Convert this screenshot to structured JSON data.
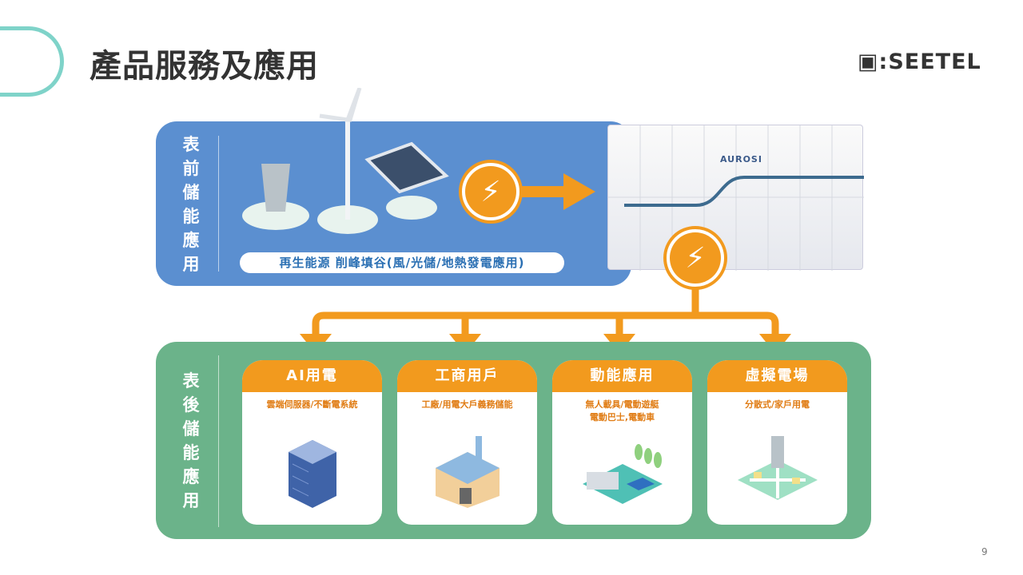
{
  "title": "產品服務及應用",
  "logo": "SEETEL",
  "front": {
    "label": [
      "表",
      "前",
      "儲",
      "能",
      "應",
      "用"
    ],
    "caption": "再生能源 削峰填谷(風/光儲/地熱發電應用)",
    "container_brand": "AUROSI"
  },
  "behind": {
    "label": [
      "表",
      "後",
      "儲",
      "能",
      "應",
      "用"
    ]
  },
  "cards": [
    {
      "title": "AI用電",
      "lines": [
        "雲端伺服器/不斷電系統"
      ]
    },
    {
      "title": "工商用戶",
      "lines": [
        "工廠/用電大戶義務儲能"
      ]
    },
    {
      "title": "動能應用",
      "lines": [
        "無人載具/電動遊艇",
        "電動巴士,電動車"
      ]
    },
    {
      "title": "虛擬電場",
      "lines": [
        "分散式/家戶用電"
      ]
    }
  ],
  "page_number": "9",
  "colors": {
    "blue": "#5b8fd0",
    "green": "#6bb38a",
    "orange": "#f29a1e"
  }
}
